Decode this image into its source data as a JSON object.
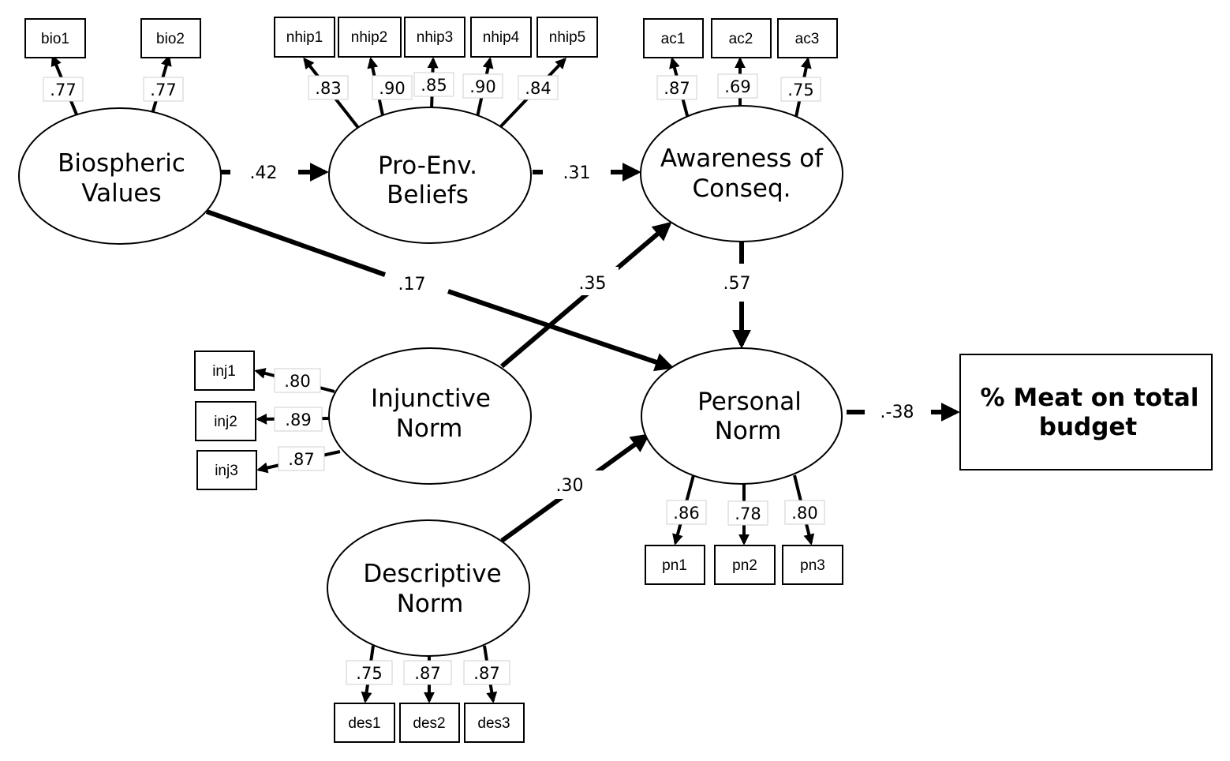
{
  "latents": {
    "biospheric": {
      "line1": "Biospheric",
      "line2": "Values"
    },
    "proenv": {
      "line1": "Pro-Env.",
      "line2": "Beliefs"
    },
    "awareness": {
      "line1": "Awareness of",
      "line2": "Conseq."
    },
    "injunctive": {
      "line1": "Injunctive",
      "line2": "Norm"
    },
    "personal": {
      "line1": "Personal",
      "line2": "Norm"
    },
    "descriptive": {
      "line1": "Descriptive",
      "line2": "Norm"
    }
  },
  "outcome": {
    "line1": "% Meat on total",
    "line2": "budget"
  },
  "indicators": {
    "bio1": "bio1",
    "bio2": "bio2",
    "nhip1": "nhip1",
    "nhip2": "nhip2",
    "nhip3": "nhip3",
    "nhip4": "nhip4",
    "nhip5": "nhip5",
    "ac1": "ac1",
    "ac2": "ac2",
    "ac3": "ac3",
    "inj1": "inj1",
    "inj2": "inj2",
    "inj3": "inj3",
    "pn1": "pn1",
    "pn2": "pn2",
    "pn3": "pn3",
    "des1": "des1",
    "des2": "des2",
    "des3": "des3"
  },
  "loadings": {
    "bio1": ".77",
    "bio2": ".77",
    "nhip1": ".83",
    "nhip2": ".90",
    "nhip3": ".85",
    "nhip4": ".90",
    "nhip5": ".84",
    "ac1": ".87",
    "ac2": ".69",
    "ac3": ".75",
    "inj1": ".80",
    "inj2": ".89",
    "inj3": ".87",
    "pn1": ".86",
    "pn2": ".78",
    "pn3": ".80",
    "des1": ".75",
    "des2": ".87",
    "des3": ".87"
  },
  "paths": {
    "bio_to_proenv": ".42",
    "proenv_to_awareness": ".31",
    "bio_to_personal": ".17",
    "injunctive_to_awareness": ".35",
    "awareness_to_personal": ".57",
    "descriptive_to_personal": ".30",
    "personal_to_meat": ".-38"
  }
}
